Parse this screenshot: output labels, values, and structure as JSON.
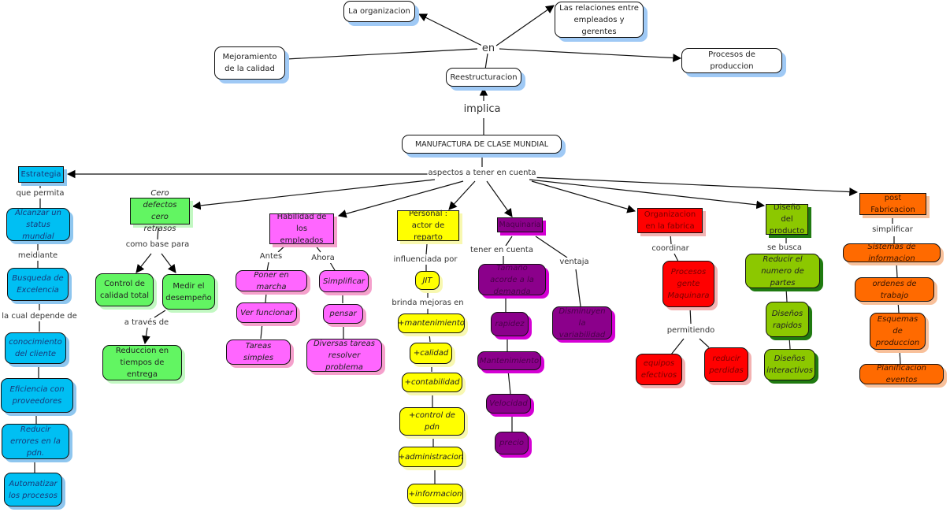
{
  "title": "MANUFACTURA DE CLASE MUNDIAL",
  "colors": {
    "estrategia": "#00bff3",
    "cero_defectos": "#62f562",
    "habilidad": "#ff66ff",
    "personal": "#ffff00",
    "maquinaria": "#8b008b",
    "organizacion": "#ff0000",
    "diseno": "#8cc800",
    "post_fabricacion": "#ff6a00"
  },
  "top": {
    "reestructuracion": "Reestructuracion",
    "link_implica": "implica",
    "link_en": "en",
    "la_organizacion": "La organizacion",
    "relaciones": "Las relaciones entre empleados y gerentes",
    "mejoramiento": "Mejoramiento de la calidad",
    "procesos": "Procesos de produccion"
  },
  "aspects_label": "aspectos a tener en cuenta",
  "estrategia": {
    "title": "Estrategia",
    "l1": "que permita",
    "alcanzar": "Alcanzar un status mundial",
    "l2": "meidiante",
    "busqueda": "Busqueda de Excelencia",
    "l3": "la cual depende de",
    "items": [
      "conocimiento del cliente",
      "Eficiencia con proveedores",
      "Reducir errores en la pdn.",
      "Automatizar los procesos"
    ]
  },
  "cero": {
    "title": "Cero defectos cero retrasos",
    "l1": "como base para",
    "control": "Control de calidad total",
    "medir": "Medir el desempeño",
    "l2": "a través de",
    "reduccion": "Reduccion en tiempos de entrega"
  },
  "habilidad": {
    "title": "Habilidad de los empleados",
    "antes": "Antes",
    "ahora": "Ahora",
    "antes_items": [
      "Poner en marcha",
      "Ver funcionar",
      "Tareas simples"
    ],
    "ahora_items": [
      "Simplificar",
      "pensar",
      "Diversas tareas resolver problema"
    ]
  },
  "personal": {
    "title": "Personal : actor de reparto",
    "l1": "influenciada por",
    "jit": "JIT",
    "l2": "brinda mejoras en",
    "items": [
      "+mantenimiento",
      "+calidad",
      "+contabilidad",
      "+control de pdn",
      "+administracion",
      "+informacion"
    ]
  },
  "maquinaria": {
    "title": "Maquinaria",
    "l1": "tener en cuenta",
    "l2": "ventaja",
    "items": [
      "Tamaño acorde a la demanda",
      "rapidez",
      "Mantenimiento",
      "Velocidad",
      "precio"
    ],
    "ventaja": "Disminuyen la variabilidad"
  },
  "organizacion": {
    "title": "Organizacion en la fabrica",
    "l1": "coordinar",
    "procesos": "Procesos gente Maquinara",
    "l2": "permitiendo",
    "equipos": "equipos efectivos",
    "reducir": "reducir perdidas"
  },
  "diseno": {
    "title": "Diseño del producto",
    "l1": "se busca",
    "items": [
      "Reducir el numero de partes",
      "Diseños rapidos",
      "Diseños interactivos"
    ]
  },
  "post": {
    "title": "post Fabricacion",
    "l1": "simplificar",
    "items": [
      "Sistemas de informacion",
      "ordenes de trabajo",
      "Esquemas de produccion",
      "Planificacion eventos"
    ]
  }
}
